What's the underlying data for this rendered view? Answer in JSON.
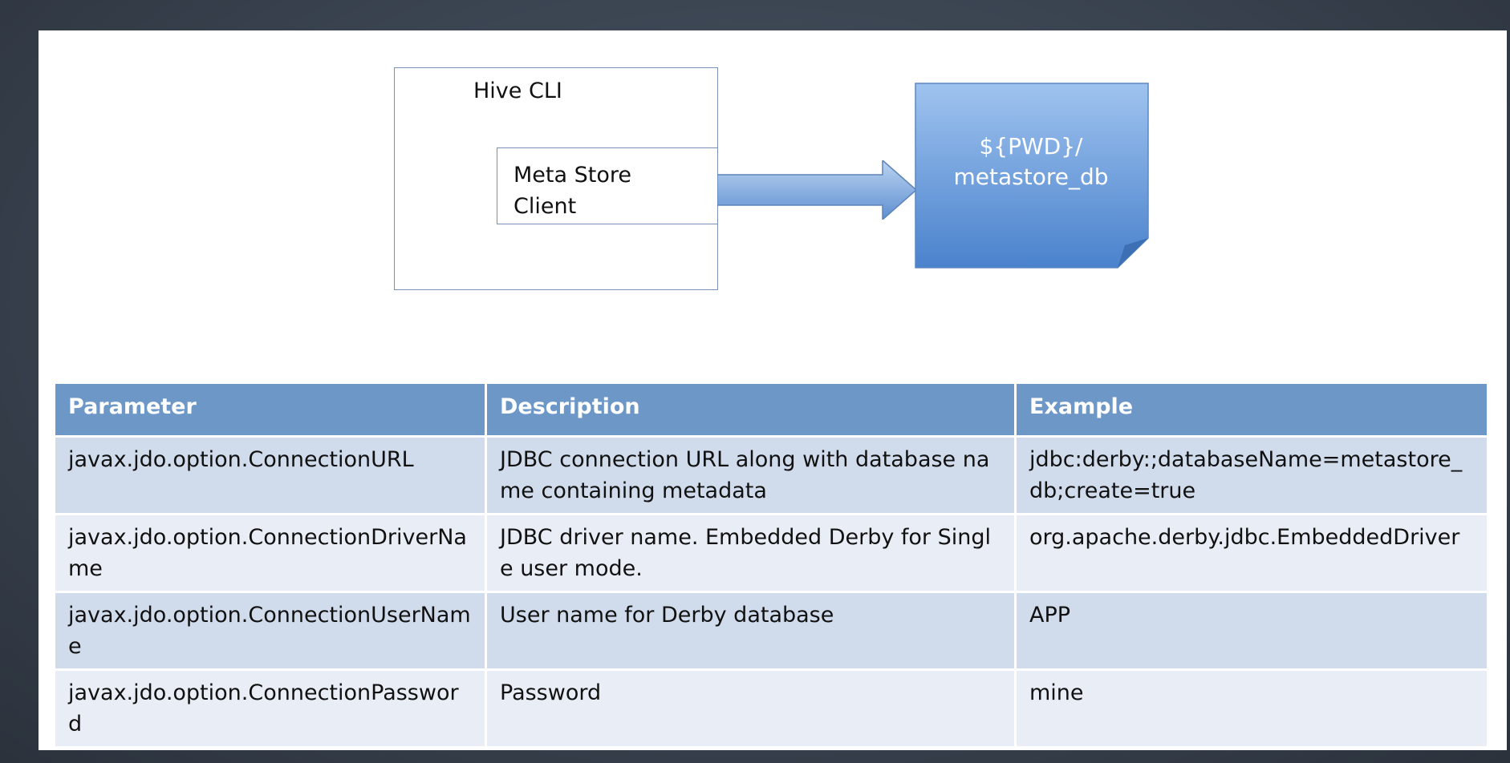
{
  "diagram": {
    "outer_box_title": "Hive CLI",
    "inner_box_lines": [
      "Meta Store",
      "Client"
    ],
    "storage_lines": [
      "${PWD}/",
      "metastore_db"
    ],
    "colors": {
      "box_border": "#7a90b6",
      "arrow_light": "#bcd3f0",
      "arrow_dark": "#5d8fd1",
      "storage_light": "#9fc3ef",
      "storage_dark": "#4a82cc"
    }
  },
  "table": {
    "headers": [
      "Parameter",
      "Description",
      "Example"
    ],
    "rows": [
      {
        "parameter": "javax.jdo.option.ConnectionURL",
        "description": "JDBC connection URL along with database name containing metadata",
        "example": "jdbc:derby:;databaseName=metastore_db;create=true"
      },
      {
        "parameter": "javax.jdo.option.ConnectionDriverName",
        "description": "JDBC driver name. Embedded Derby for Single user mode.",
        "example": "org.apache.derby.jdbc.EmbeddedDriver"
      },
      {
        "parameter": "javax.jdo.option.ConnectionUserName",
        "description": "User name for Derby database",
        "example": "APP"
      },
      {
        "parameter": "javax.jdo.option.ConnectionPassword",
        "description": "Password",
        "example": "mine"
      }
    ],
    "colors": {
      "header": "#6d97c7",
      "row_odd": "#d0dbeb",
      "row_even": "#e9eef6"
    }
  }
}
